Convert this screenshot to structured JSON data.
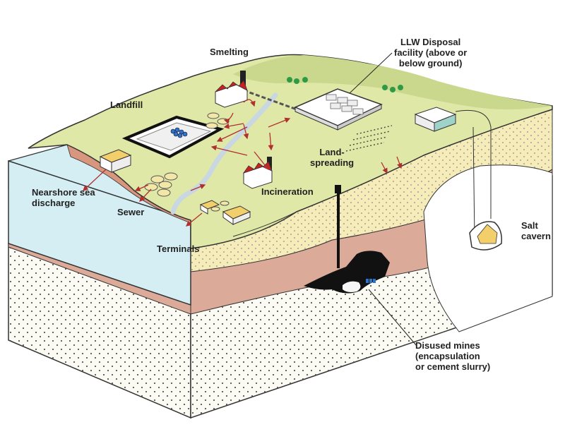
{
  "labels": {
    "smelting": "Smelting",
    "landfill": "Landfill",
    "llw_disposal": [
      "LLW Disposal",
      "facility (above or",
      "below ground)"
    ],
    "nearshore": [
      "Nearshore sea",
      "discharge"
    ],
    "sewer": "Sewer",
    "landspreading": [
      "Land-",
      "spreading"
    ],
    "incineration": "Incineration",
    "terminals": "Terminals",
    "salt_cavern": [
      "Salt",
      "cavern"
    ],
    "disused_mines": [
      "Disused mines",
      "(encapsulation",
      "or cement slurry)"
    ]
  },
  "colors": {
    "land_surface": "#dfe8a6",
    "hill": "#c9d88d",
    "sea": "#d4eef3",
    "sand_layer": "#f6ecb9",
    "clay_layer": "#dbaa98",
    "bedrock": "#fbfbf3",
    "river": "#c9d7e2",
    "building_roof": "#cc2020",
    "arrow": "#b03030",
    "drum": "#2f73c8"
  }
}
